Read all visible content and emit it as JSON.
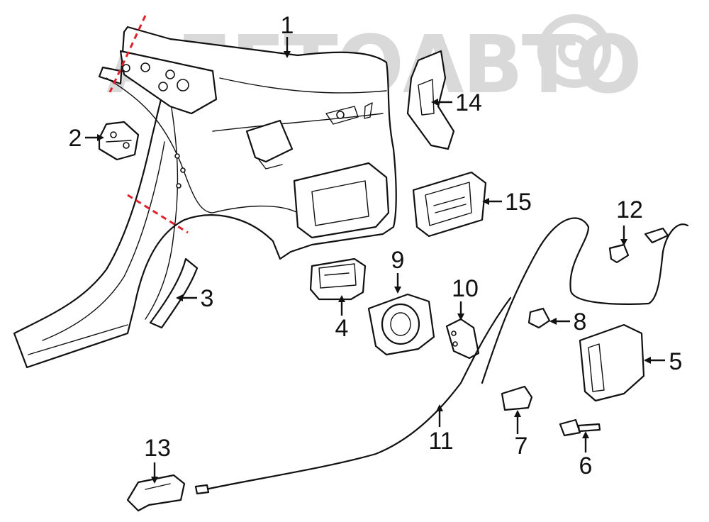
{
  "watermark": {
    "text": "АЛЕТОАВТО",
    "color": "#d9d9d9"
  },
  "callouts": [
    {
      "id": "1",
      "label": "1"
    },
    {
      "id": "2",
      "label": "2"
    },
    {
      "id": "3",
      "label": "3"
    },
    {
      "id": "4",
      "label": "4"
    },
    {
      "id": "5",
      "label": "5"
    },
    {
      "id": "6",
      "label": "6"
    },
    {
      "id": "7",
      "label": "7"
    },
    {
      "id": "8",
      "label": "8"
    },
    {
      "id": "9",
      "label": "9"
    },
    {
      "id": "10",
      "label": "10"
    },
    {
      "id": "11",
      "label": "11"
    },
    {
      "id": "12",
      "label": "12"
    },
    {
      "id": "13",
      "label": "13"
    },
    {
      "id": "14",
      "label": "14"
    },
    {
      "id": "15",
      "label": "15"
    }
  ],
  "colors": {
    "line": "#111111",
    "cut_line": "#e0202a",
    "background": "#ffffff"
  }
}
